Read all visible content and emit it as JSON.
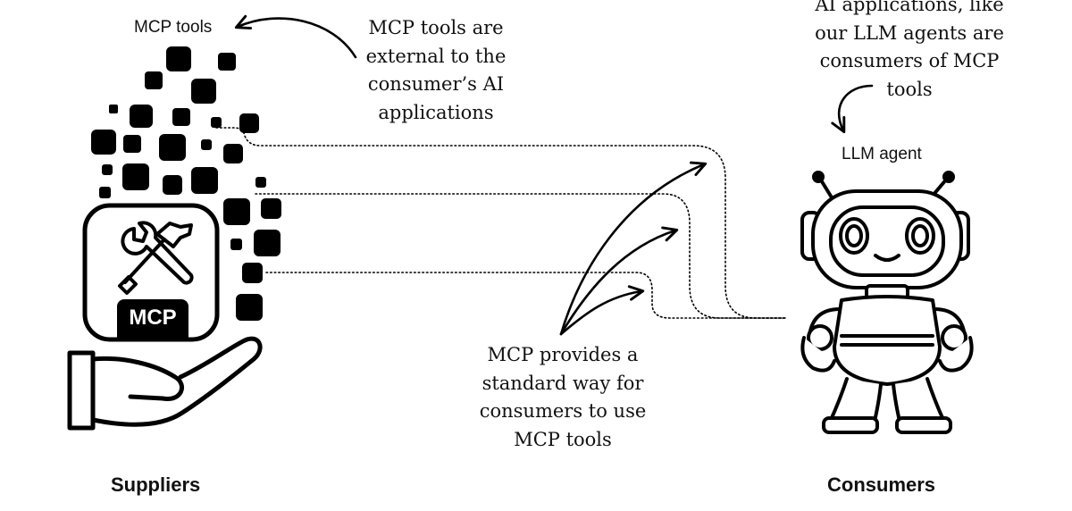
{
  "labels": {
    "mcp_tools": "MCP tools",
    "llm_agent": "LLM agent",
    "suppliers": "Suppliers",
    "consumers": "Consumers",
    "mcp_badge": "MCP"
  },
  "annotations": {
    "tools_external": [
      "MCP tools are",
      "external to the",
      "consumer’s AI",
      "applications"
    ],
    "ai_applications": [
      "AI applications, like",
      "our LLM agents are",
      "consumers of MCP",
      "tools"
    ],
    "mcp_standard": [
      "MCP provides a",
      "standard way for",
      "consumers to use",
      "MCP tools"
    ]
  },
  "icons": {
    "tool": "wrench-hammer-icon",
    "hand": "open-hand-icon",
    "agent": "robot-icon"
  }
}
